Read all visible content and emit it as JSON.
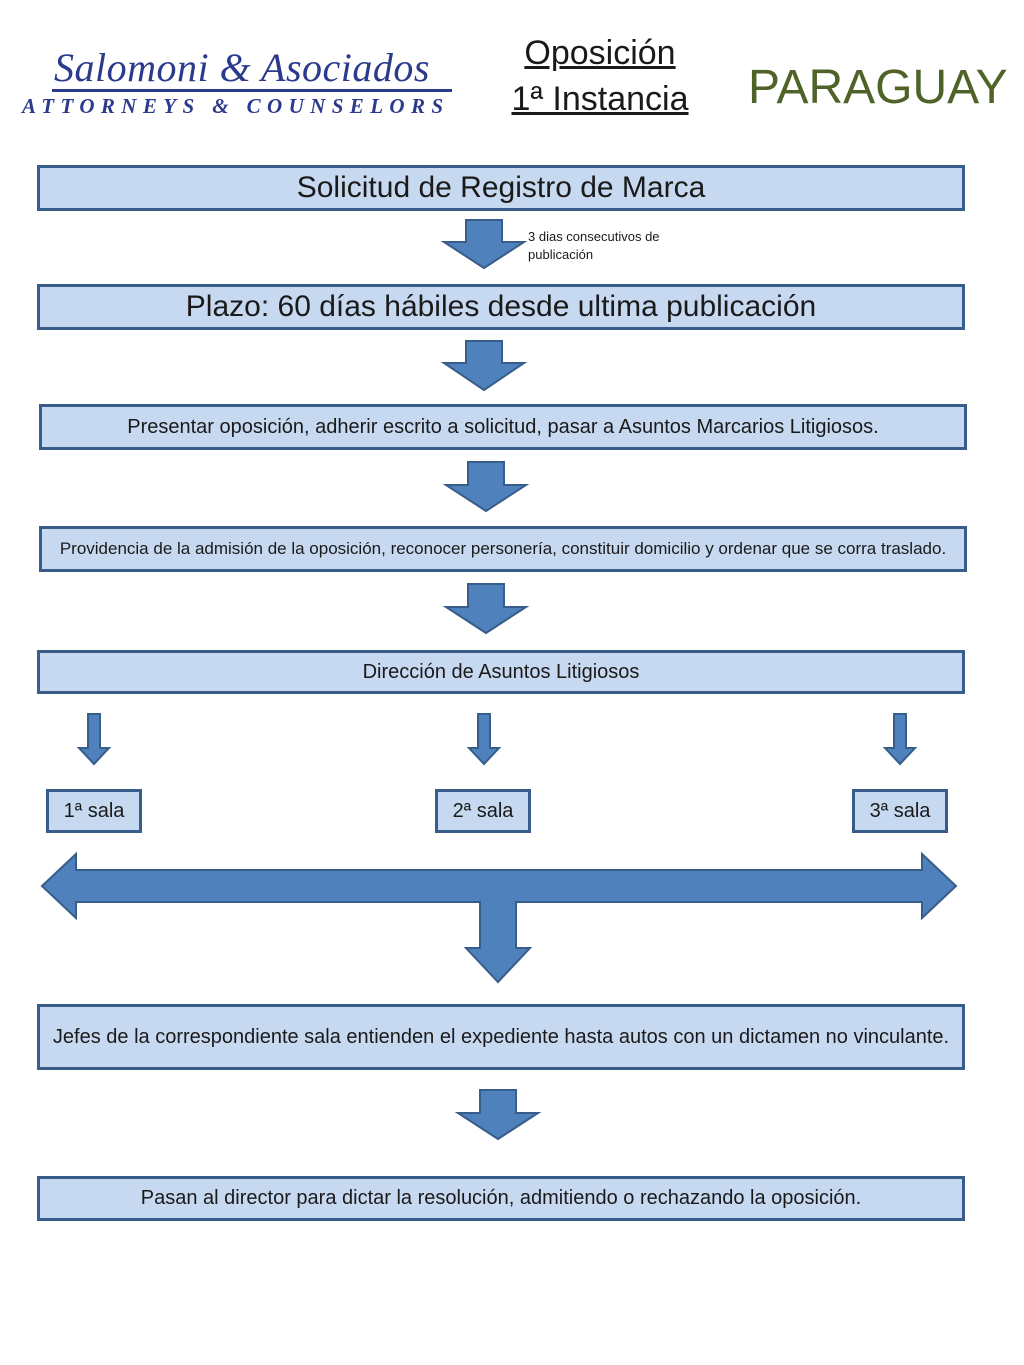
{
  "header": {
    "logo_name": "Salomoni & Asociados",
    "logo_subtitle": "ATTORNEYS & COUNSELORS",
    "title_line1": "Oposición",
    "title_line2": "1ª Instancia",
    "country": "PARAGUAY"
  },
  "flow": {
    "step1": "Solicitud de Registro de Marca",
    "note1": "3 dias consecutivos de publicación",
    "step2": "Plazo: 60 días hábiles desde ultima publicación",
    "step3": "Presentar oposición, adherir escrito a solicitud, pasar a Asuntos Marcarios Litigiosos.",
    "step4": "Providencia de la admisión de la oposición, reconocer personería, constituir domicilio y ordenar que se corra traslado.",
    "step5": "Dirección de Asuntos Litigiosos",
    "sala1": "1ª sala",
    "sala2": "2ª sala",
    "sala3": "3ª sala",
    "step6": "Jefes de la correspondiente sala entienden el expediente hasta autos con un dictamen no vinculante.",
    "step7": "Pasan al director para dictar la resolución, admitiendo o rechazando la oposición."
  },
  "colors": {
    "box_fill": "#c6d9f0",
    "box_border": "#385d8a",
    "arrow_fill": "#4f81bd",
    "logo_blue": "#2b3a8c",
    "country_green": "#4f6228"
  }
}
